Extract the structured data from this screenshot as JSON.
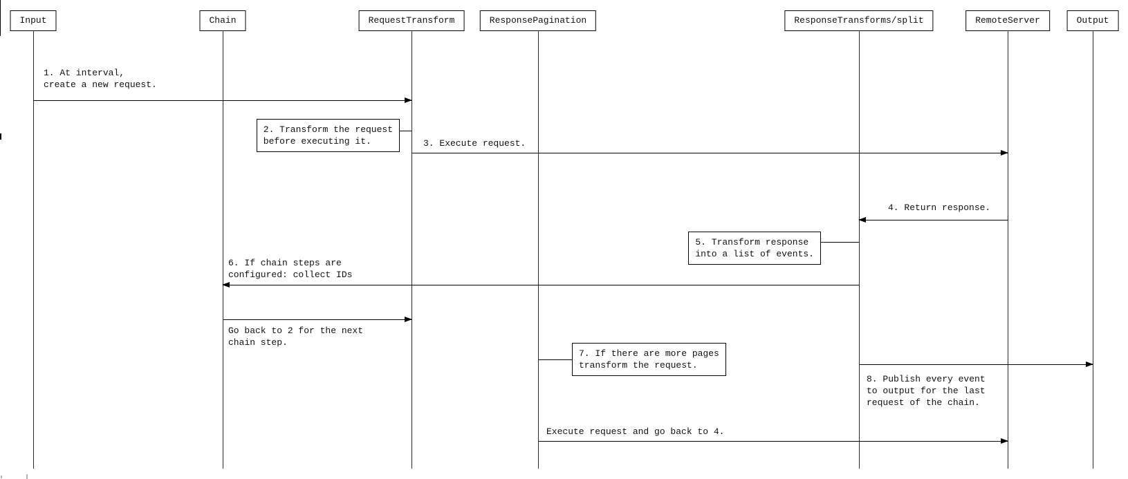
{
  "diagram": {
    "actors": [
      {
        "label": "Input"
      },
      {
        "label": "Chain"
      },
      {
        "label": "RequestTransform"
      },
      {
        "label": "ResponsePagination"
      },
      {
        "label": "ResponseTransforms/split"
      },
      {
        "label": "RemoteServer"
      },
      {
        "label": "Output"
      }
    ],
    "messages": {
      "step1": {
        "text": "1. At interval,\ncreate a new request.",
        "from": "Input",
        "to": "RequestTransform",
        "kind": "arrow"
      },
      "step2": {
        "text": "2. Transform the request\nbefore executing it.",
        "attached_to": "RequestTransform",
        "kind": "note"
      },
      "step3": {
        "text": "3. Execute request.",
        "from": "RequestTransform",
        "to": "RemoteServer",
        "kind": "arrow"
      },
      "step4": {
        "text": "4. Return response.",
        "from": "RemoteServer",
        "to": "ResponseTransforms/split",
        "kind": "arrow"
      },
      "step5": {
        "text": "5. Transform response\ninto a list of events.",
        "attached_to": "ResponseTransforms/split",
        "kind": "note"
      },
      "step6": {
        "text": "6. If chain steps are\nconfigured: collect IDs",
        "from": "ResponseTransforms/split",
        "to": "Chain",
        "kind": "arrow"
      },
      "go_back": {
        "text": "Go back to 2 for the next\nchain step.",
        "from": "Chain",
        "to": "RequestTransform",
        "kind": "arrow"
      },
      "step7": {
        "text": "7. If there are more pages\ntransform the request.",
        "attached_to": "ResponsePagination",
        "kind": "note"
      },
      "step8": {
        "text": "8. Publish every event\nto output for the last\nrequest of the chain.",
        "from": "ResponseTransforms/split",
        "to": "Output",
        "kind": "arrow"
      },
      "execute_again": {
        "text": "Execute request and go back to 4.",
        "from": "ResponsePagination",
        "to": "RemoteServer",
        "kind": "arrow"
      }
    },
    "colors": {
      "line": "#000000",
      "background": "#ffffff",
      "text": "#111111"
    }
  }
}
